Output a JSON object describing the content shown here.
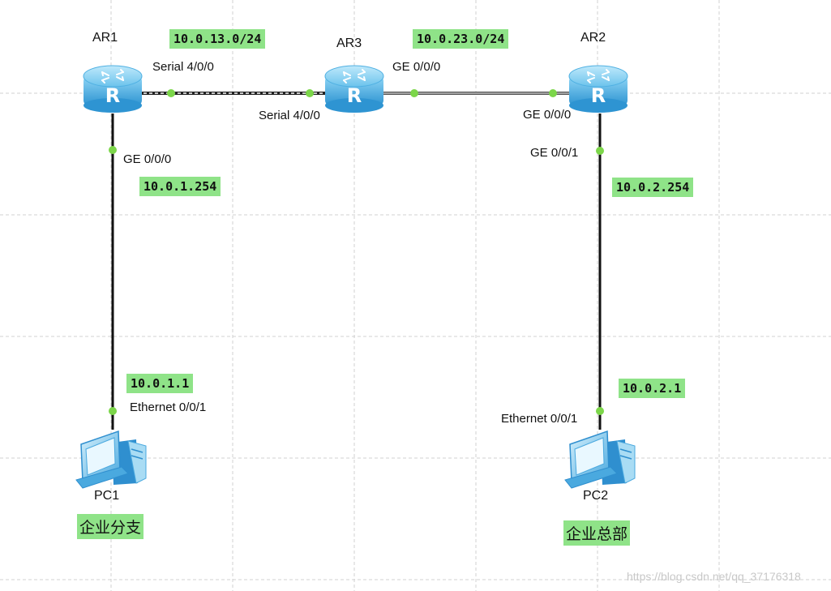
{
  "devices": {
    "ar1": "AR1",
    "ar2": "AR2",
    "ar3": "AR3",
    "pc1": "PC1",
    "pc2": "PC2"
  },
  "networks": {
    "net_13": "10.0.13.0/24",
    "net_23": "10.0.23.0/24"
  },
  "interfaces": {
    "ar1_serial": "Serial 4/0/0",
    "ar3_serial": "Serial 4/0/0",
    "ar3_ge": "GE 0/0/0",
    "ar2_ge000": "GE 0/0/0",
    "ar2_ge001": "GE 0/0/1",
    "ar1_ge000": "GE 0/0/0",
    "pc1_eth": "Ethernet 0/0/1",
    "pc2_eth": "Ethernet 0/0/1"
  },
  "addresses": {
    "ar1_gw": "10.0.1.254",
    "ar2_gw": "10.0.2.254",
    "pc1_ip": "10.0.1.1",
    "pc2_ip": "10.0.2.1"
  },
  "sites": {
    "branch": "企业分支",
    "headquarters": "企业总部"
  },
  "watermark": "https://blog.csdn.net/qq_37176318",
  "colors": {
    "label_bg": "#8fe388",
    "port_dot": "#7cd64a",
    "router_fill": "#56b8e8",
    "grid": "#d0d0d0"
  },
  "icons": {
    "router": "router-icon",
    "pc": "pc-icon"
  }
}
